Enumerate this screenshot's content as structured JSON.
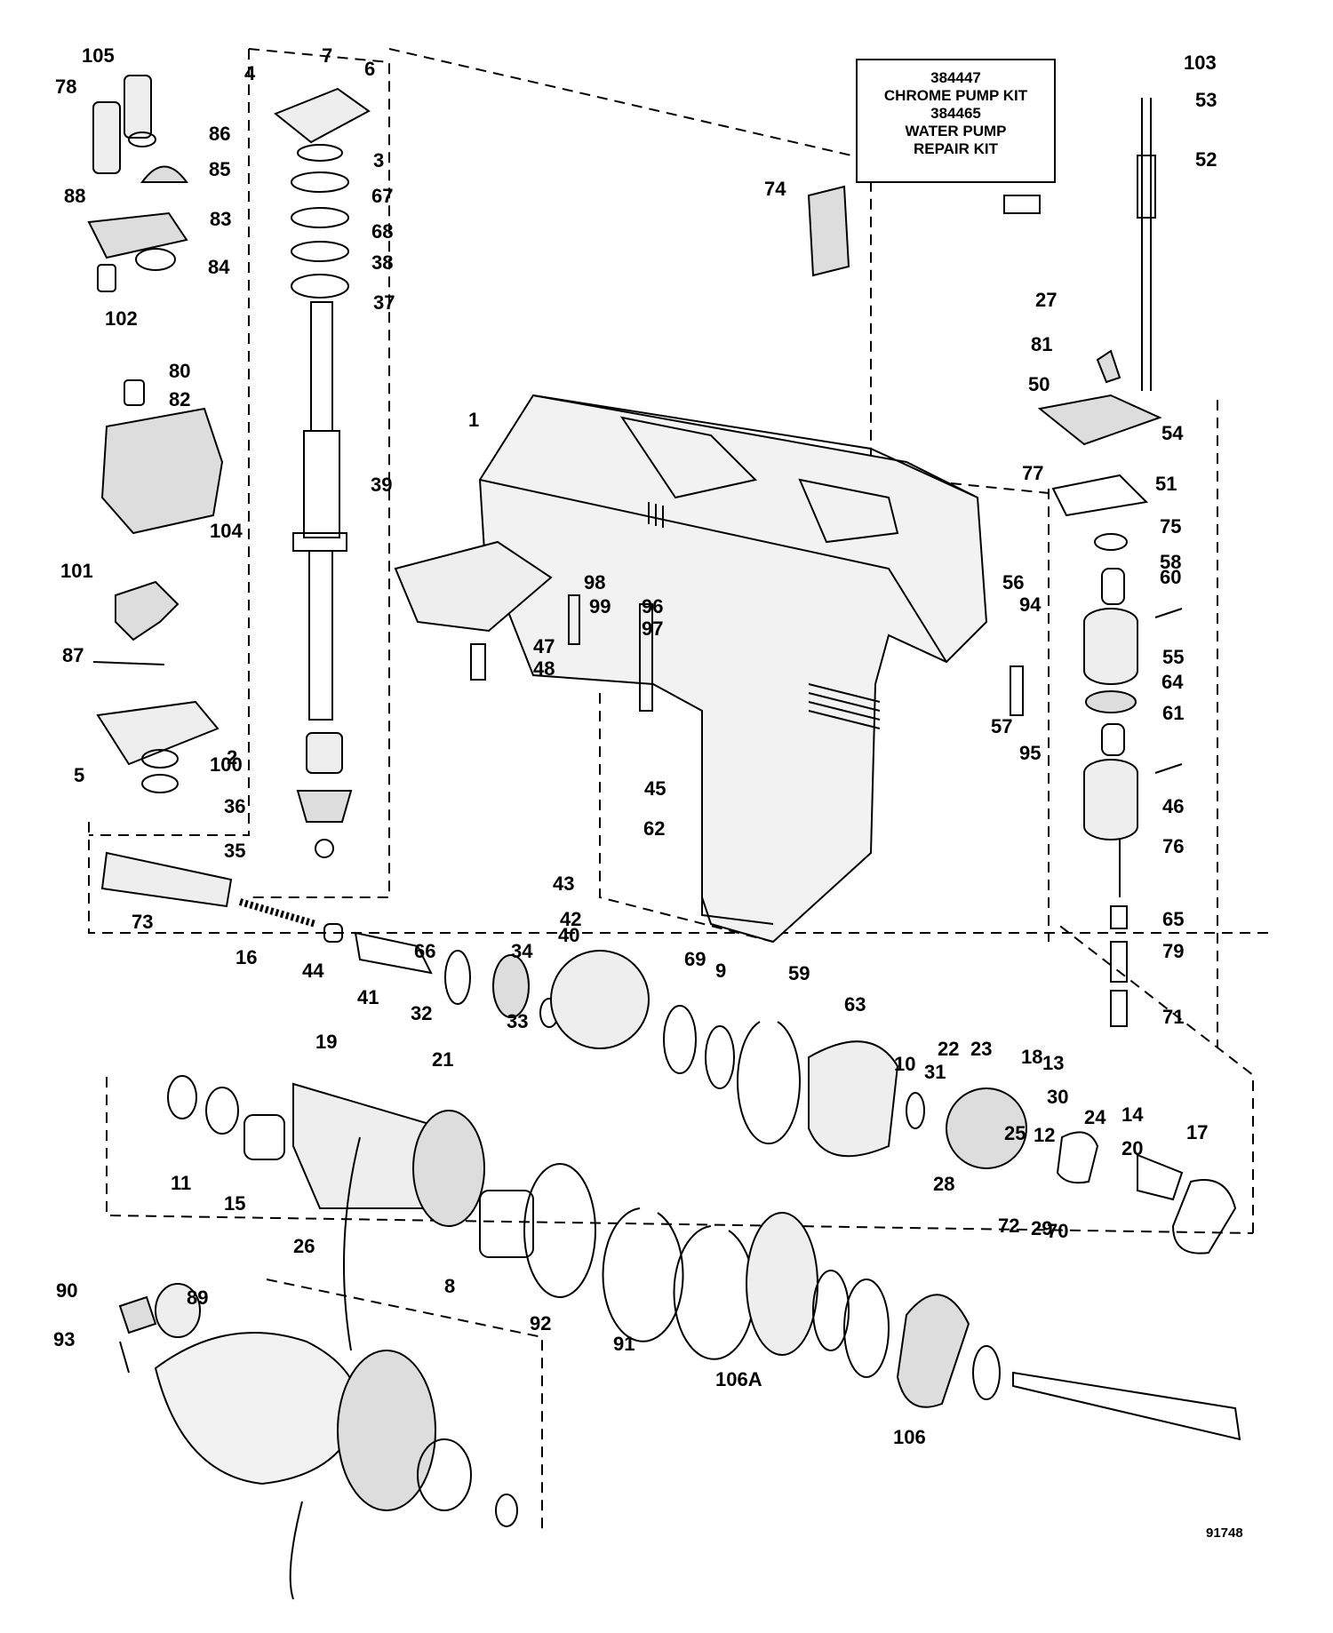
{
  "kit_box": {
    "line1": "384447",
    "line2": "CHROME PUMP KIT",
    "line3": "384465",
    "line4": "WATER PUMP",
    "line5": "REPAIR KIT"
  },
  "figure_number": "91748",
  "callouts": [
    "105",
    "78",
    "7",
    "6",
    "4",
    "86",
    "3",
    "85",
    "88",
    "67",
    "83",
    "68",
    "84",
    "38",
    "102",
    "37",
    "80",
    "82",
    "39",
    "104",
    "101",
    "87",
    "100",
    "5",
    "2",
    "36",
    "35",
    "74",
    "103",
    "53",
    "52",
    "27",
    "81",
    "50",
    "54",
    "1",
    "77",
    "51",
    "75",
    "58",
    "60",
    "98",
    "96",
    "99",
    "97",
    "47",
    "48",
    "56",
    "94",
    "55",
    "64",
    "57",
    "61",
    "95",
    "46",
    "45",
    "62",
    "76",
    "43",
    "42",
    "40",
    "66",
    "34",
    "69",
    "9",
    "59",
    "63",
    "65",
    "79",
    "71",
    "73",
    "16",
    "44",
    "41",
    "32",
    "33",
    "19",
    "21",
    "22",
    "23",
    "18",
    "13",
    "31",
    "30",
    "10",
    "11",
    "15",
    "25",
    "12",
    "24",
    "14",
    "20",
    "17",
    "28",
    "29",
    "70",
    "72",
    "26",
    "8",
    "92",
    "91",
    "106A",
    "106",
    "90",
    "89",
    "93"
  ]
}
